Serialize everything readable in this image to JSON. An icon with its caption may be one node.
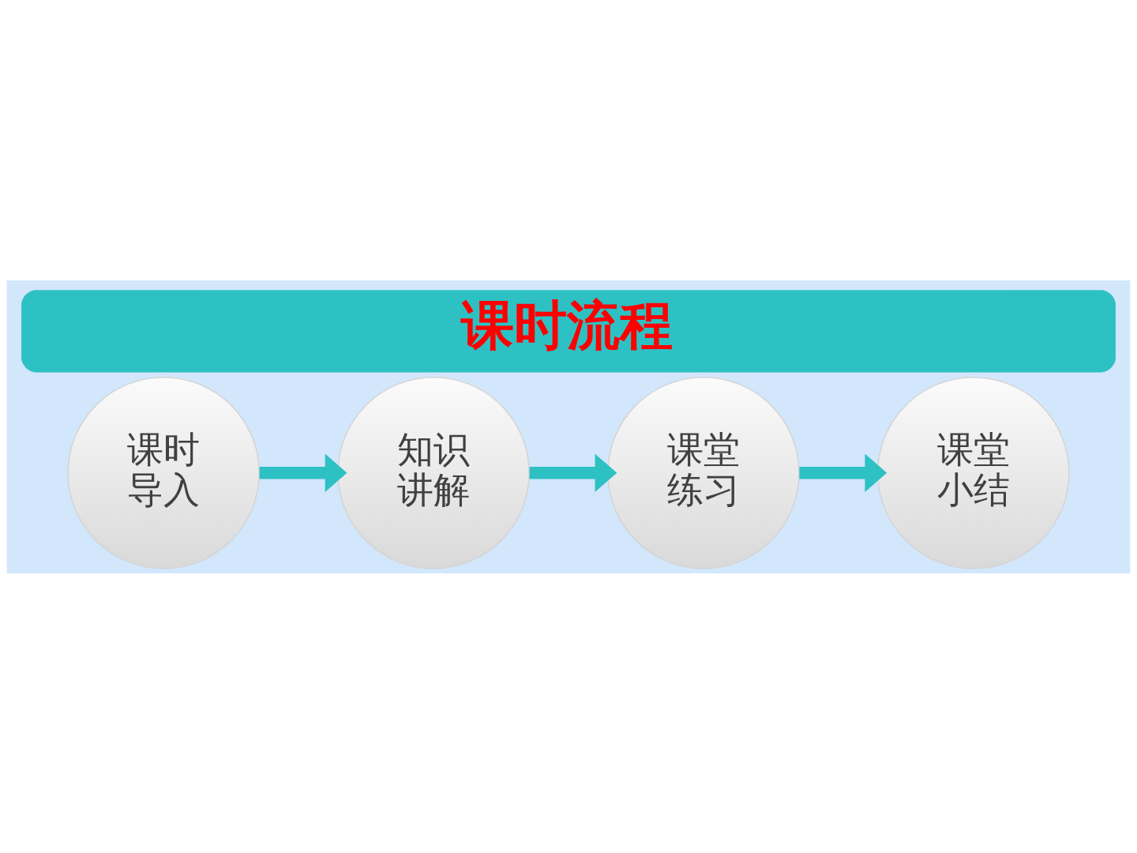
{
  "diagram": {
    "title": "课时流程",
    "nodes": [
      {
        "text": [
          "课时导入"
        ]
      },
      {
        "text": [
          "知识讲解"
        ]
      },
      {
        "text": [
          "课堂练习"
        ]
      },
      {
        "text": [
          "课堂小结"
        ]
      }
    ],
    "edges": [
      {
        "from": 0,
        "to": 1,
        "arrow": "to"
      },
      {
        "from": 1,
        "to": 2,
        "arrow": "to"
      },
      {
        "from": 2,
        "to": 3,
        "arrow": "to"
      }
    ]
  }
}
